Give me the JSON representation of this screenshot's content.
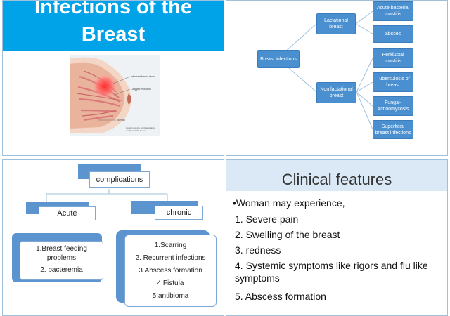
{
  "title_panel": {
    "title_line1": "Infections of the",
    "title_line2": "Breast",
    "illustration": {
      "label_inflamed": "Inflamed breast tissue",
      "label_clogged": "Clogged milk duct",
      "label_normal": "Normal",
      "caption_line1": "Location source: an inflammatory",
      "caption_line2": "condition of the breast"
    }
  },
  "classification_chart": {
    "root": "Breast infections",
    "lactational": "Lactational breast",
    "non_lactational": "Non lactational breast",
    "lactational_children": [
      "Acute bacterial mastitis",
      "absces"
    ],
    "non_lactational_children": [
      "Periductal mastitis",
      "Tuberculosis of breast",
      "Fungal- Actinomycosis",
      "Superficial breast infections"
    ],
    "node_color": "#4a90d0"
  },
  "complications": {
    "root": "complications",
    "acute": "Acute",
    "chronic": "chronic",
    "acute_items": [
      "1.Breast feeding problems",
      "2. bacteremia"
    ],
    "chronic_items": [
      "1.Scarring",
      "2. Recurrent infections",
      "3.Abscess formation",
      "4.Fistula",
      "5.antibioma"
    ],
    "accent_color": "#5b94cf"
  },
  "clinical_features": {
    "title": "Clinical features",
    "intro": "•Woman may experience,",
    "items": [
      "1. Severe pain",
      "2. Swelling of the breast",
      "3. redness",
      "4. Systemic symptoms like rigors and flu like symptoms",
      "5. Abscess formation"
    ]
  }
}
